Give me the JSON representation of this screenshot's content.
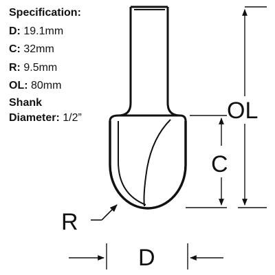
{
  "specification": {
    "heading": "Specification:",
    "rows": [
      {
        "label": "D:",
        "value": "19.1mm"
      },
      {
        "label": "C:",
        "value": "32mm"
      },
      {
        "label": "R:",
        "value": "9.5mm"
      },
      {
        "label": "OL:",
        "value": "80mm"
      }
    ],
    "shank_label_line1": "Shank",
    "shank_label_line2": "Diameter:",
    "shank_value": "1/2”"
  },
  "dimension_labels": {
    "ol": "OL",
    "c": "C",
    "r": "R",
    "d": "D"
  },
  "colors": {
    "line": "#111111",
    "background": "#ffffff"
  }
}
